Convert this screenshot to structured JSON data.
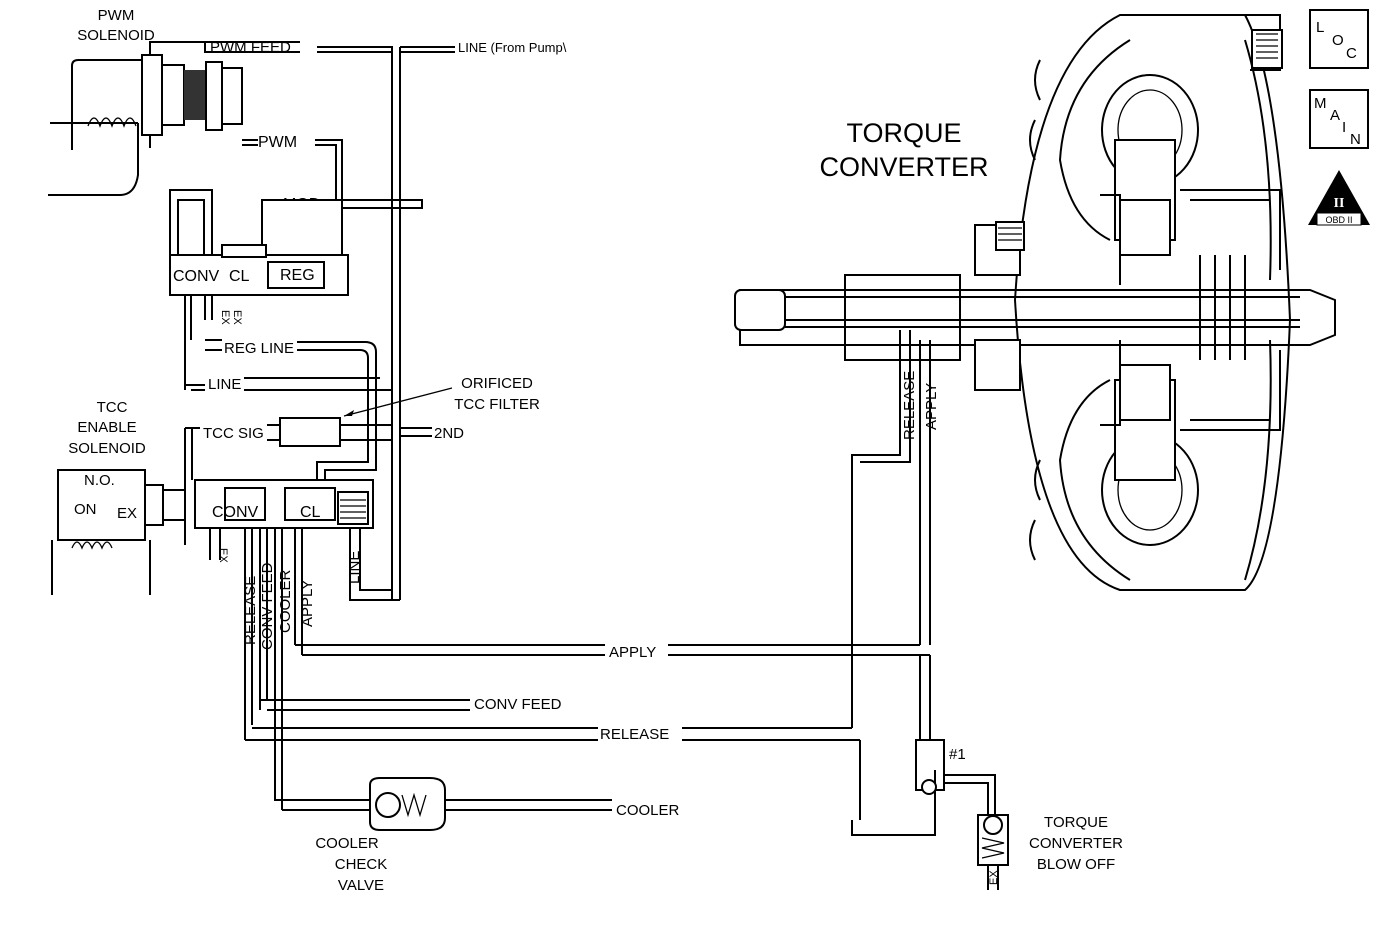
{
  "labels": {
    "pwm_solenoid": [
      "PWM",
      "SOLENOID"
    ],
    "pwm_feed": "PWM FEED",
    "line_from_pump": "LINE (From Pump\\",
    "pwm": "PWM",
    "mod": "MOD",
    "conv": "CONV",
    "cl": "CL",
    "reg": "REG",
    "ex1": "EX",
    "ex2": "EX",
    "reg_line": "REG LINE",
    "line_left": "LINE",
    "orificed_tcc_filter": [
      "ORIFICED",
      "TCC FILTER"
    ],
    "tcc_enable_solenoid": [
      "TCC",
      "ENABLE",
      "SOLENOID"
    ],
    "no": "N.O.",
    "on": "ON",
    "ex_sol": "EX",
    "tcc_sig": "TCC SIG",
    "second": "2ND",
    "conv2": "CONV",
    "cl2": "CL",
    "ex_bottom": "EX",
    "line_vert": "LINE",
    "release_vert": "RELEASE",
    "conv_feed_vert": "CONV FEED",
    "cooler_vert": "COOLER",
    "apply_vert": "APPLY",
    "apply_h": "APPLY",
    "conv_feed_h": "CONV FEED",
    "release_h": "RELEASE",
    "cooler_h": "COOLER",
    "cooler_check_valve": [
      "COOLER",
      "CHECK",
      "VALVE"
    ],
    "torque_converter": [
      "TORQUE",
      "CONVERTER"
    ],
    "release_tc": "RELEASE",
    "apply_tc": "APPLY",
    "check_ball": "#1",
    "tc_blow_off": [
      "TORQUE",
      "CONVERTER",
      "BLOW OFF"
    ],
    "ex_blow": "EX"
  },
  "badges": {
    "loc": [
      "L",
      "O",
      "C"
    ],
    "main": [
      "M",
      "A",
      "I",
      "N"
    ],
    "obd_roman": "II",
    "obd": "OBD II"
  }
}
